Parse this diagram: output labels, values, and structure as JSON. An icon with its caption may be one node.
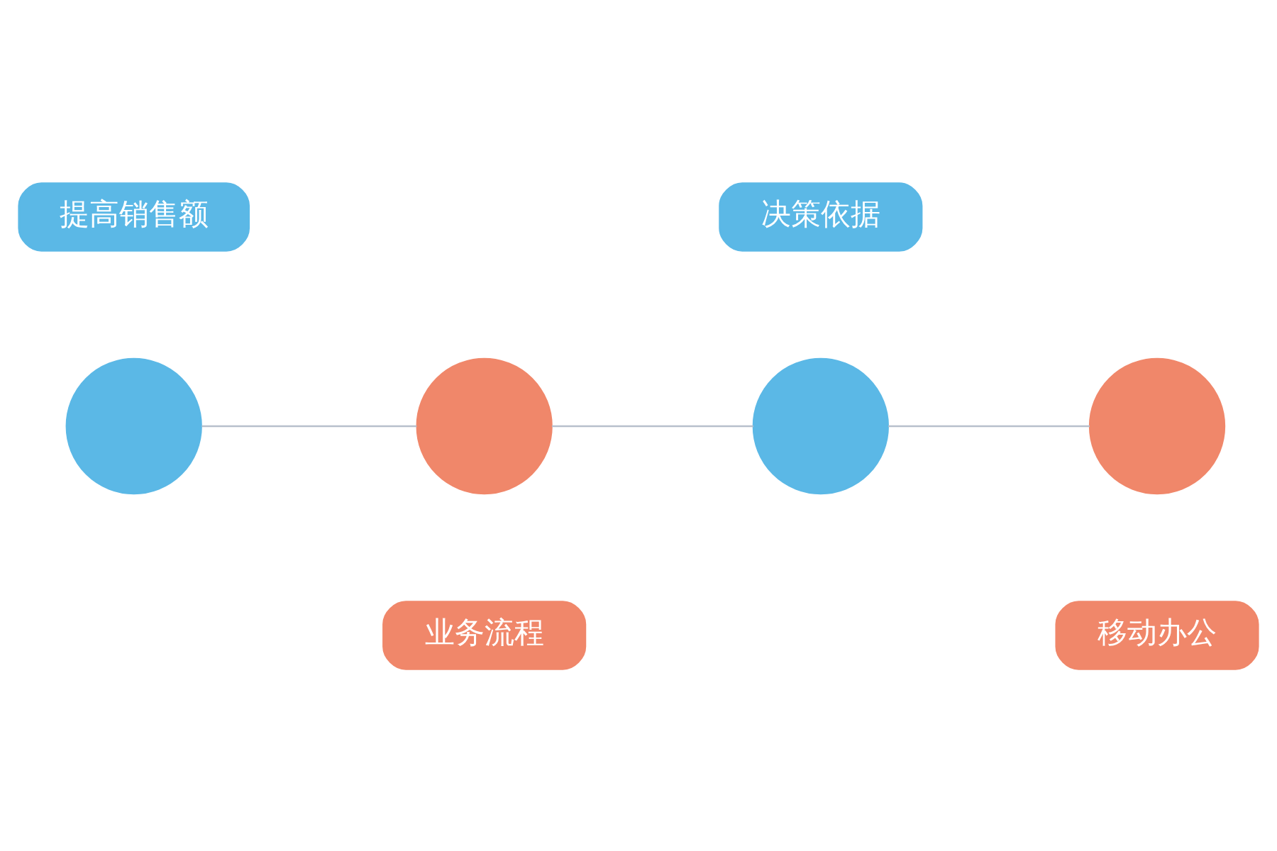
{
  "diagram": {
    "nodes": [
      {
        "text": [
          "业务流程"
        ]
      },
      {
        "text": [
          "移动办公"
        ]
      },
      {
        "text": [],
        "shape": "circle"
      },
      {
        "text": [],
        "shape": "circle"
      },
      {
        "text": [],
        "shape": "circle"
      },
      {
        "text": [],
        "shape": "circle"
      },
      {
        "text": [
          "提高销售额"
        ]
      },
      {
        "text": [
          "决策依据"
        ]
      }
    ],
    "edges": [
      {
        "from": 2,
        "to": 3,
        "arrow": "none"
      },
      {
        "from": 3,
        "to": 4,
        "arrow": "none"
      },
      {
        "from": 4,
        "to": 5,
        "arrow": "none"
      }
    ]
  }
}
